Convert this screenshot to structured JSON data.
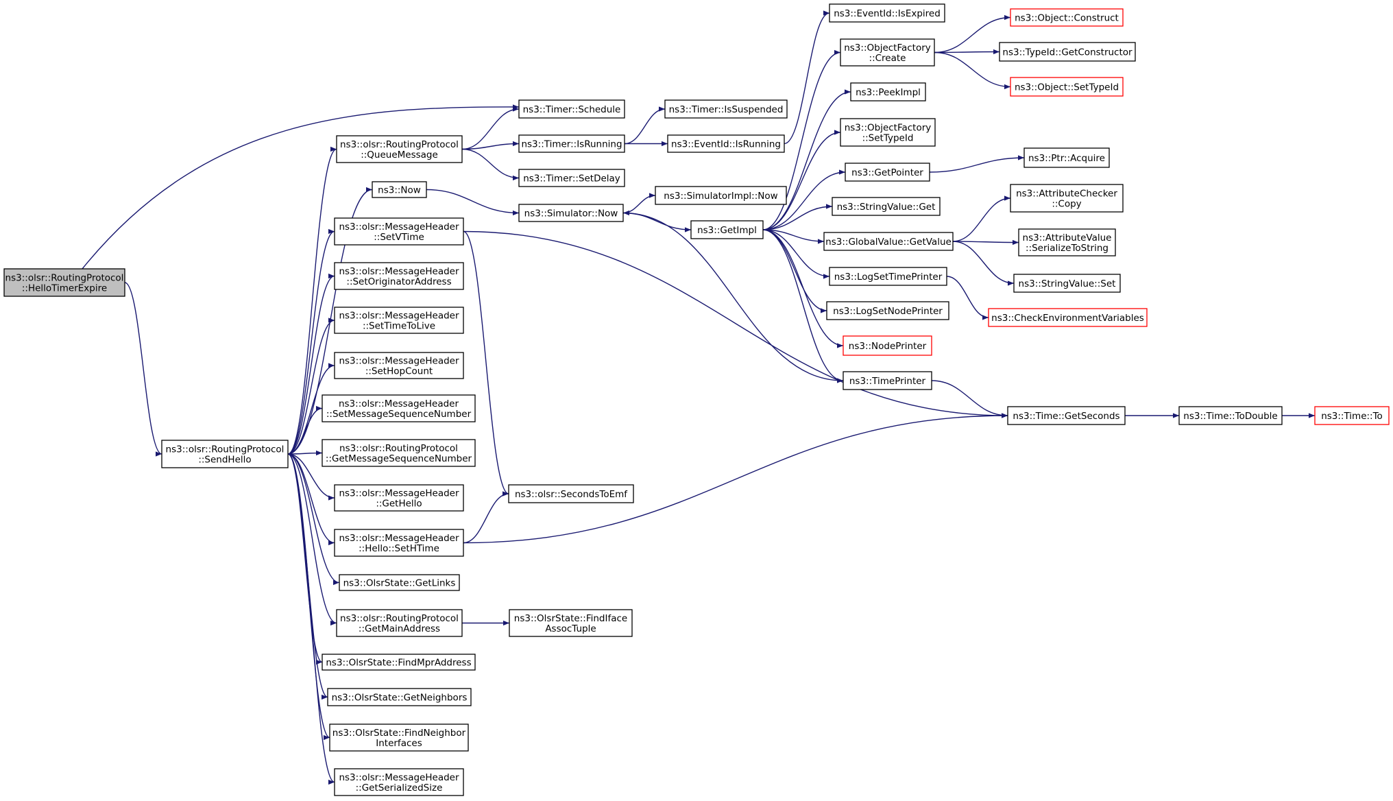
{
  "colors": {
    "edge": "#191970",
    "node_border": "#000000",
    "truncated_border": "#ff0000",
    "root_fill": "#bfbfbf",
    "node_fill": "#ffffff"
  },
  "nodes": [
    {
      "id": "hte",
      "lines": [
        "ns3::olsr::RoutingProtocol",
        "::HelloTimerExpire"
      ],
      "style": "root"
    },
    {
      "id": "sh",
      "lines": [
        "ns3::olsr::RoutingProtocol",
        "::SendHello"
      ],
      "style": "normal"
    },
    {
      "id": "qm",
      "lines": [
        "ns3::olsr::RoutingProtocol",
        "::QueueMessage"
      ],
      "style": "normal"
    },
    {
      "id": "now",
      "lines": [
        "ns3::Now"
      ],
      "style": "normal"
    },
    {
      "id": "svt",
      "lines": [
        "ns3::olsr::MessageHeader",
        "::SetVTime"
      ],
      "style": "normal"
    },
    {
      "id": "soa",
      "lines": [
        "ns3::olsr::MessageHeader",
        "::SetOriginatorAddress"
      ],
      "style": "normal"
    },
    {
      "id": "sttl",
      "lines": [
        "ns3::olsr::MessageHeader",
        "::SetTimeToLive"
      ],
      "style": "normal"
    },
    {
      "id": "shc",
      "lines": [
        "ns3::olsr::MessageHeader",
        "::SetHopCount"
      ],
      "style": "normal"
    },
    {
      "id": "smsn",
      "lines": [
        "ns3::olsr::MessageHeader",
        "::SetMessageSequenceNumber"
      ],
      "style": "normal"
    },
    {
      "id": "gmsn",
      "lines": [
        "ns3::olsr::RoutingProtocol",
        "::GetMessageSequenceNumber"
      ],
      "style": "normal"
    },
    {
      "id": "gh",
      "lines": [
        "ns3::olsr::MessageHeader",
        "::GetHello"
      ],
      "style": "normal"
    },
    {
      "id": "sht",
      "lines": [
        "ns3::olsr::MessageHeader",
        "::Hello::SetHTime"
      ],
      "style": "normal"
    },
    {
      "id": "gl",
      "lines": [
        "ns3::OlsrState::GetLinks"
      ],
      "style": "normal"
    },
    {
      "id": "gma",
      "lines": [
        "ns3::olsr::RoutingProtocol",
        "::GetMainAddress"
      ],
      "style": "normal"
    },
    {
      "id": "fma",
      "lines": [
        "ns3::OlsrState::FindMprAddress"
      ],
      "style": "normal"
    },
    {
      "id": "gn",
      "lines": [
        "ns3::OlsrState::GetNeighbors"
      ],
      "style": "normal"
    },
    {
      "id": "fni",
      "lines": [
        "ns3::OlsrState::FindNeighbor",
        "Interfaces"
      ],
      "style": "normal"
    },
    {
      "id": "gss",
      "lines": [
        "ns3::olsr::MessageHeader",
        "::GetSerializedSize"
      ],
      "style": "normal"
    },
    {
      "id": "tsch",
      "lines": [
        "ns3::Timer::Schedule"
      ],
      "style": "normal"
    },
    {
      "id": "tir",
      "lines": [
        "ns3::Timer::IsRunning"
      ],
      "style": "normal"
    },
    {
      "id": "tsd",
      "lines": [
        "ns3::Timer::SetDelay"
      ],
      "style": "normal"
    },
    {
      "id": "snow",
      "lines": [
        "ns3::Simulator::Now"
      ],
      "style": "normal"
    },
    {
      "id": "ste",
      "lines": [
        "ns3::olsr::SecondsToEmf"
      ],
      "style": "normal"
    },
    {
      "id": "fiat",
      "lines": [
        "ns3::OlsrState::FindIface",
        "AssocTuple"
      ],
      "style": "normal"
    },
    {
      "id": "tis",
      "lines": [
        "ns3::Timer::IsSuspended"
      ],
      "style": "normal"
    },
    {
      "id": "eir",
      "lines": [
        "ns3::EventId::IsRunning"
      ],
      "style": "normal"
    },
    {
      "id": "sin",
      "lines": [
        "ns3::SimulatorImpl::Now"
      ],
      "style": "normal"
    },
    {
      "id": "gi",
      "lines": [
        "ns3::GetImpl"
      ],
      "style": "normal"
    },
    {
      "id": "eie",
      "lines": [
        "ns3::EventId::IsExpired"
      ],
      "style": "normal"
    },
    {
      "id": "ofc",
      "lines": [
        "ns3::ObjectFactory",
        "::Create"
      ],
      "style": "normal"
    },
    {
      "id": "pi",
      "lines": [
        "ns3::PeekImpl"
      ],
      "style": "normal"
    },
    {
      "id": "ofs",
      "lines": [
        "ns3::ObjectFactory",
        "::SetTypeId"
      ],
      "style": "normal"
    },
    {
      "id": "gp",
      "lines": [
        "ns3::GetPointer"
      ],
      "style": "normal"
    },
    {
      "id": "svg",
      "lines": [
        "ns3::StringValue::Get"
      ],
      "style": "normal"
    },
    {
      "id": "gvgv",
      "lines": [
        "ns3::GlobalValue::GetValue"
      ],
      "style": "normal"
    },
    {
      "id": "lstp",
      "lines": [
        "ns3::LogSetTimePrinter"
      ],
      "style": "normal"
    },
    {
      "id": "lsnp",
      "lines": [
        "ns3::LogSetNodePrinter"
      ],
      "style": "normal"
    },
    {
      "id": "np",
      "lines": [
        "ns3::NodePrinter"
      ],
      "style": "truncated"
    },
    {
      "id": "tp",
      "lines": [
        "ns3::TimePrinter"
      ],
      "style": "normal"
    },
    {
      "id": "tgs",
      "lines": [
        "ns3::Time::GetSeconds"
      ],
      "style": "normal"
    },
    {
      "id": "oc",
      "lines": [
        "ns3::Object::Construct"
      ],
      "style": "truncated"
    },
    {
      "id": "tgc",
      "lines": [
        "ns3::TypeId::GetConstructor"
      ],
      "style": "normal"
    },
    {
      "id": "ost",
      "lines": [
        "ns3::Object::SetTypeId"
      ],
      "style": "truncated"
    },
    {
      "id": "pa",
      "lines": [
        "ns3::Ptr::Acquire"
      ],
      "style": "normal"
    },
    {
      "id": "acc",
      "lines": [
        "ns3::AttributeChecker",
        "::Copy"
      ],
      "style": "normal"
    },
    {
      "id": "avs",
      "lines": [
        "ns3::AttributeValue",
        "::SerializeToString"
      ],
      "style": "normal"
    },
    {
      "id": "svs",
      "lines": [
        "ns3::StringValue::Set"
      ],
      "style": "normal"
    },
    {
      "id": "cev",
      "lines": [
        "ns3::CheckEnvironmentVariables"
      ],
      "style": "truncated"
    },
    {
      "id": "ttd",
      "lines": [
        "ns3::Time::ToDouble"
      ],
      "style": "normal"
    },
    {
      "id": "tto",
      "lines": [
        "ns3::Time::To"
      ],
      "style": "truncated"
    }
  ],
  "edges": [
    [
      "hte",
      "tsch"
    ],
    [
      "hte",
      "sh"
    ],
    [
      "sh",
      "qm"
    ],
    [
      "sh",
      "now"
    ],
    [
      "sh",
      "svt"
    ],
    [
      "sh",
      "soa"
    ],
    [
      "sh",
      "sttl"
    ],
    [
      "sh",
      "shc"
    ],
    [
      "sh",
      "smsn"
    ],
    [
      "sh",
      "gmsn"
    ],
    [
      "sh",
      "gh"
    ],
    [
      "sh",
      "sht"
    ],
    [
      "sh",
      "gl"
    ],
    [
      "sh",
      "gma"
    ],
    [
      "sh",
      "fma"
    ],
    [
      "sh",
      "gn"
    ],
    [
      "sh",
      "fni"
    ],
    [
      "sh",
      "gss"
    ],
    [
      "qm",
      "tsch"
    ],
    [
      "qm",
      "tir"
    ],
    [
      "qm",
      "tsd"
    ],
    [
      "now",
      "snow"
    ],
    [
      "svt",
      "ste"
    ],
    [
      "svt",
      "tgs"
    ],
    [
      "sht",
      "ste"
    ],
    [
      "sht",
      "tgs"
    ],
    [
      "gma",
      "fiat"
    ],
    [
      "tir",
      "tis"
    ],
    [
      "tir",
      "eir"
    ],
    [
      "snow",
      "sin"
    ],
    [
      "snow",
      "gi"
    ],
    [
      "eir",
      "eie"
    ],
    [
      "gi",
      "ofc"
    ],
    [
      "gi",
      "pi"
    ],
    [
      "gi",
      "ofs"
    ],
    [
      "gi",
      "gp"
    ],
    [
      "gi",
      "svg"
    ],
    [
      "gi",
      "gvgv"
    ],
    [
      "gi",
      "lstp"
    ],
    [
      "gi",
      "lsnp"
    ],
    [
      "gi",
      "np"
    ],
    [
      "gi",
      "tp"
    ],
    [
      "ofc",
      "oc"
    ],
    [
      "ofc",
      "tgc"
    ],
    [
      "ofc",
      "ost"
    ],
    [
      "gp",
      "pa"
    ],
    [
      "gvgv",
      "acc"
    ],
    [
      "gvgv",
      "avs"
    ],
    [
      "gvgv",
      "svs"
    ],
    [
      "lstp",
      "cev"
    ],
    [
      "tp",
      "snow"
    ],
    [
      "tp",
      "tgs"
    ],
    [
      "tgs",
      "ttd"
    ],
    [
      "ttd",
      "tto"
    ]
  ]
}
